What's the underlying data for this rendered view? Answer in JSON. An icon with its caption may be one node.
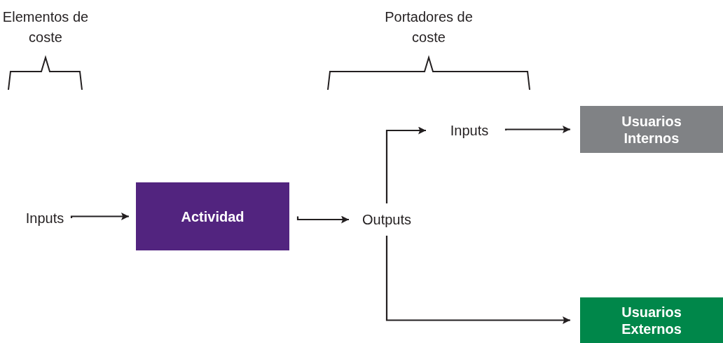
{
  "diagram": {
    "nodes": [
      {
        "text": [
          "Inputs"
        ]
      },
      {
        "text": [
          "Actividad"
        ]
      },
      {
        "text": [
          "Outputs"
        ]
      },
      {
        "text": [
          "Inputs"
        ]
      },
      {
        "text": [
          "Usuarios Internos"
        ]
      },
      {
        "text": [
          "Usuarios Externos"
        ]
      }
    ],
    "edges": [
      {
        "from": 0,
        "to": 1,
        "arrow": "to"
      },
      {
        "from": 1,
        "to": 2,
        "arrow": "to"
      },
      {
        "from": 2,
        "to": 3,
        "arrow": "to"
      },
      {
        "from": 3,
        "to": 4,
        "arrow": "to"
      },
      {
        "from": 2,
        "to": 5,
        "arrow": "to"
      }
    ],
    "labels": [
      "Elementos de coste",
      "Portadores de coste"
    ]
  }
}
